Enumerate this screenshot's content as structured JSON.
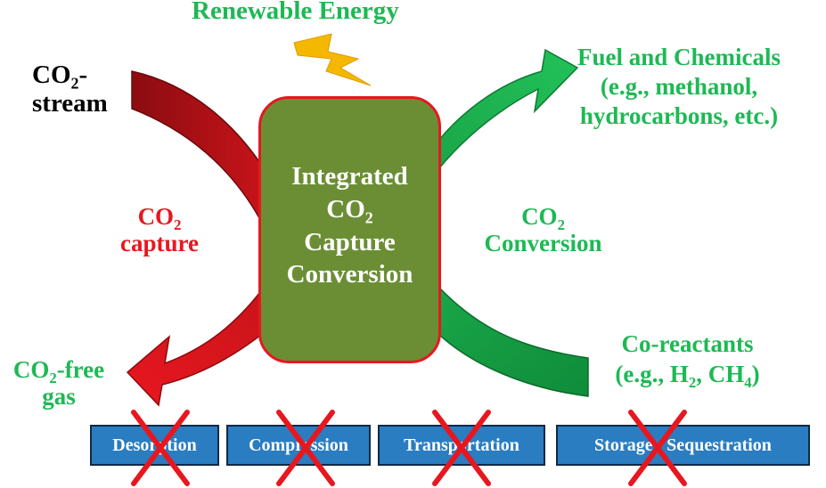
{
  "header": {
    "renewable_energy": "Renewable Energy"
  },
  "inputs": {
    "co2_stream_line1_main": "CO",
    "co2_stream_line1_sub": "2",
    "co2_stream_line1_tail": "-",
    "co2_stream_line2": "stream",
    "co_reactants_line1": "Co-reactants",
    "co_reactants_prefix": "(e.g., H",
    "co_reactants_sub1": "2",
    "co_reactants_mid": ", CH",
    "co_reactants_sub2": "4",
    "co_reactants_suffix": ")"
  },
  "outputs": {
    "fuel_line1": "Fuel and Chemicals",
    "fuel_line2": "(e.g., methanol,",
    "fuel_line3": "hydrocarbons, etc.)",
    "co2_free_main": "CO",
    "co2_free_sub": "2",
    "co2_free_tail": "-free",
    "co2_free_line2": "gas"
  },
  "process_labels": {
    "capture_main": "CO",
    "capture_sub": "2",
    "capture_line2": "capture",
    "conversion_main": "CO",
    "conversion_sub": "2",
    "conversion_line2": "Conversion"
  },
  "center": {
    "line1": "Integrated",
    "line2_main": "CO",
    "line2_sub": "2",
    "line3": "Capture",
    "line4": "Conversion"
  },
  "eliminated_steps": [
    {
      "label": "Desorption"
    },
    {
      "label": "Compression"
    },
    {
      "label": "Transportation"
    },
    {
      "label": "Storage / Sequestration"
    }
  ],
  "colors": {
    "green_text": "#1db954",
    "red_text": "#e8171f",
    "center_fill": "#6b8e35",
    "step_fill": "#2a7dc0",
    "cross": "#e8171f",
    "lightning": "#f5b800"
  },
  "icons": {
    "lightning": "lightning-bolt-icon",
    "cross": "cross-x-icon"
  }
}
